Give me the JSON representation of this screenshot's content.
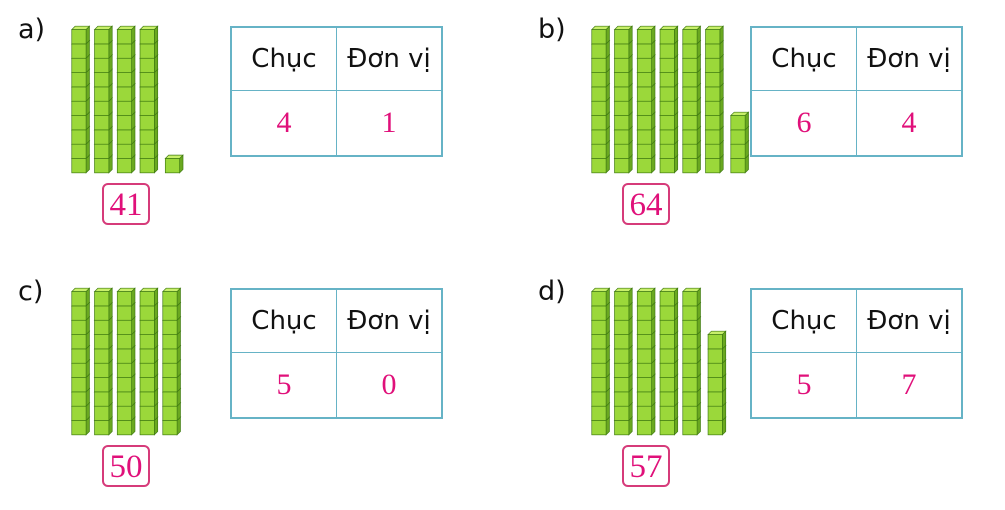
{
  "headers": {
    "tens": "Chục",
    "ones": "Đơn vị"
  },
  "colors": {
    "cube_face": "#9bd83a",
    "cube_top": "#c8ef6a",
    "cube_side": "#6aa820",
    "cube_edge": "#3f7a12",
    "answer": "#e0107a",
    "table_border": "#66b3c6"
  },
  "problems": [
    {
      "label": "a)",
      "tens": "4",
      "ones": "1",
      "number": "41"
    },
    {
      "label": "b)",
      "tens": "6",
      "ones": "4",
      "number": "64"
    },
    {
      "label": "c)",
      "tens": "5",
      "ones": "0",
      "number": "50"
    },
    {
      "label": "d)",
      "tens": "5",
      "ones": "7",
      "number": "57"
    }
  ]
}
